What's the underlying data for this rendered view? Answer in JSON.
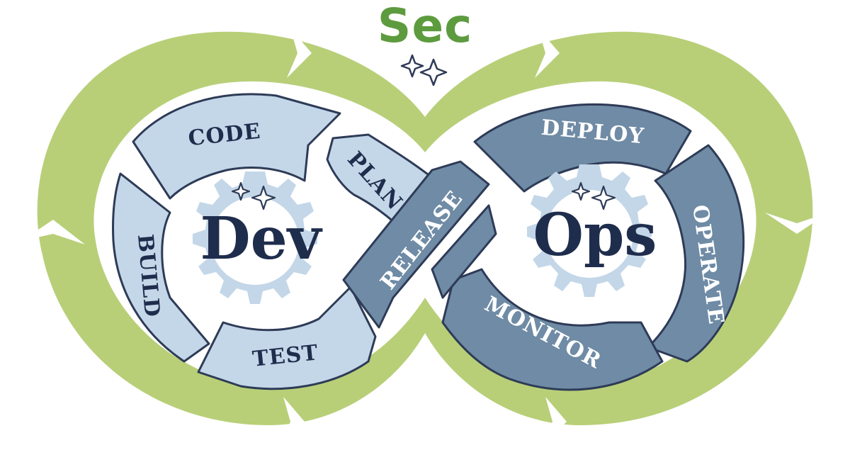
{
  "title": "Sec",
  "dev": {
    "label": "Dev",
    "stages": [
      "CODE",
      "PLAN",
      "BUILD",
      "TEST"
    ]
  },
  "ops": {
    "label": "Ops",
    "stages": [
      "DEPLOY",
      "OPERATE",
      "MONITOR"
    ]
  },
  "bridge_label": "RELEASE",
  "colors": {
    "sec_green": "#5d9b3f",
    "outer_ring": "#b8cf78",
    "dev_fill": "#c3d7e8",
    "ops_fill": "#6f8ba5",
    "outline": "#2e3b57",
    "text_dark": "#1f2d4d"
  }
}
